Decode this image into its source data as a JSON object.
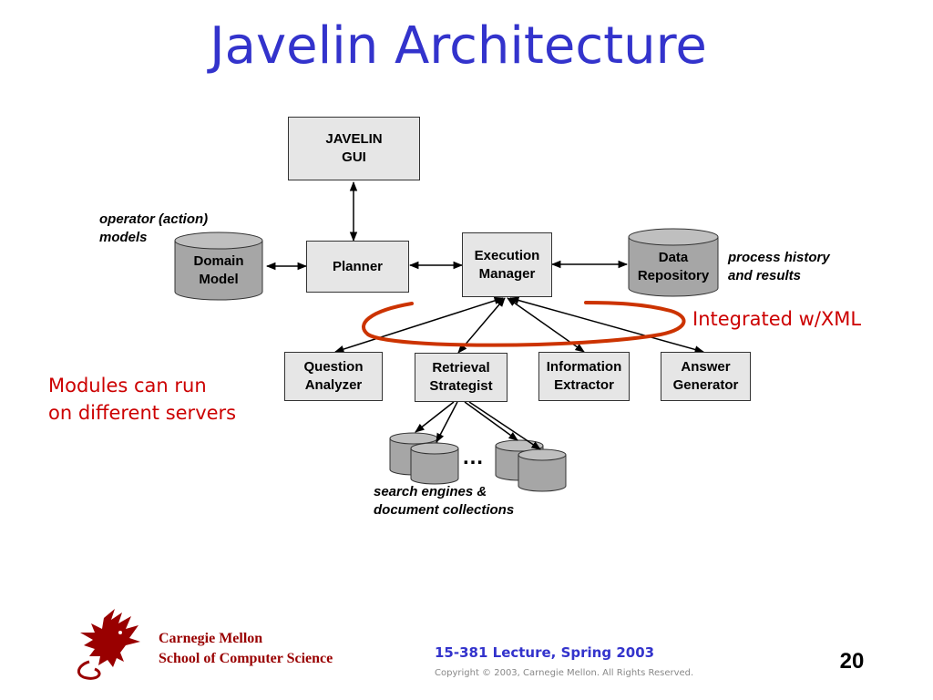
{
  "slide": {
    "title": "Javelin Architecture",
    "page_number": "20"
  },
  "boxes": {
    "javelin_gui": "JAVELIN\nGUI",
    "planner": "Planner",
    "execution_manager": "Execution\nManager",
    "question_analyzer": "Question\nAnalyzer",
    "retrieval_strategist": "Retrieval\nStrategist",
    "information_extractor": "Information\nExtractor",
    "answer_generator": "Answer\nGenerator"
  },
  "databases": {
    "domain_model": "Domain\nModel",
    "data_repository": "Data\nRepository"
  },
  "notes": {
    "operator_models": "operator (action)\nmodels",
    "process_history": "process history\nand results",
    "search_engines": "search engines &\ndocument collections",
    "integrated_xml": "Integrated w/XML",
    "modules_servers": "Modules can run\non different servers",
    "ellipsis": "…"
  },
  "footer": {
    "org_line1": "Carnegie Mellon",
    "org_line2": "School of Computer Science",
    "course": "15-381 Lecture, Spring 2003",
    "copyright": "Copyright © 2003, Carnegie Mellon. All Rights Reserved."
  },
  "colors": {
    "title": "#3333cc",
    "box_fill": "#e6e6e6",
    "db_fill": "#a6a6a6",
    "oval": "#cc3300",
    "red_text": "#cc0000",
    "footer_org": "#990000"
  }
}
